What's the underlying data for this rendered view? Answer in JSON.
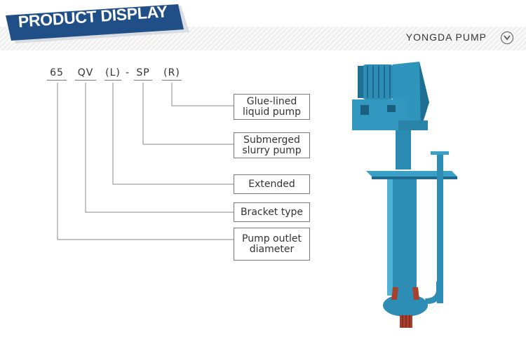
{
  "header": {
    "title": "PRODUCT DISPLAY",
    "brand": "YONGDA PUMP",
    "expand_icon": "chevron-down-circle-icon"
  },
  "model_code": {
    "segments": [
      "65",
      "QV",
      "(L)",
      "SP",
      "(R)"
    ],
    "separator": "-"
  },
  "labels": {
    "glue_lined": "Glue-lined liquid pump",
    "submerged": "Submerged slurry pump",
    "extended": "Extended",
    "bracket": "Bracket type",
    "outlet": "Pump outlet diameter"
  },
  "colors": {
    "banner": "#1f4f86",
    "pump_body": "#2d8db4",
    "impeller": "#a8402f"
  }
}
